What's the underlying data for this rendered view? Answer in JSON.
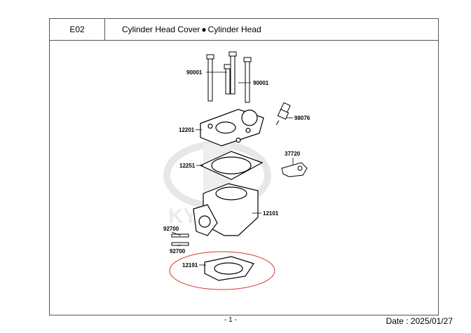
{
  "header": {
    "code": "E02",
    "title_part1": "Cylinder Head Cover",
    "bullet": "●",
    "title_part2": "Cylinder Head"
  },
  "watermark": {
    "text": "KYMCO"
  },
  "parts": {
    "bolt_long": "90001",
    "bolt_short": "90001",
    "spark_plug": "98076",
    "cylinder_head": "12201",
    "bracket": "37720",
    "head_gasket": "12251",
    "cylinder": "12101",
    "stud_upper": "92700",
    "stud_lower": "92700",
    "base_gasket": "12191"
  },
  "footer": {
    "page": "- 1 -",
    "date": "Date : 2025/01/27"
  }
}
